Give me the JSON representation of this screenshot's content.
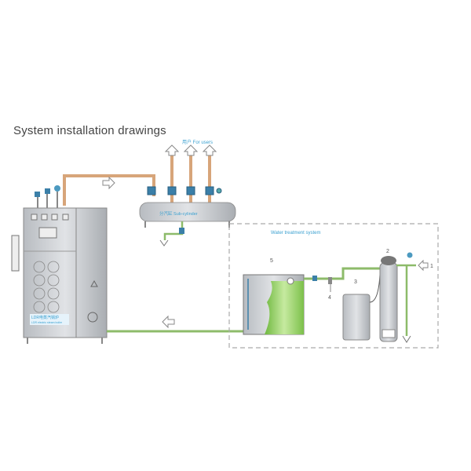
{
  "title": "System  installation drawings",
  "labels": {
    "for_users": "用户 For users",
    "sub_cylinder": "分汽缸 Sub-cylinder",
    "water_treatment": "Water treatment system",
    "boiler_name": "LDR电蒸汽锅炉",
    "boiler_name_en": "LDR electric steam boiler"
  },
  "callouts": [
    "1",
    "2",
    "3",
    "4",
    "5"
  ],
  "colors": {
    "steam_pipe": "#d7a57a",
    "water_pipe": "#8dbb6a",
    "water": "#8fcf5a",
    "label_blue": "#3aa0d0",
    "metal": "#c9ccd0"
  }
}
